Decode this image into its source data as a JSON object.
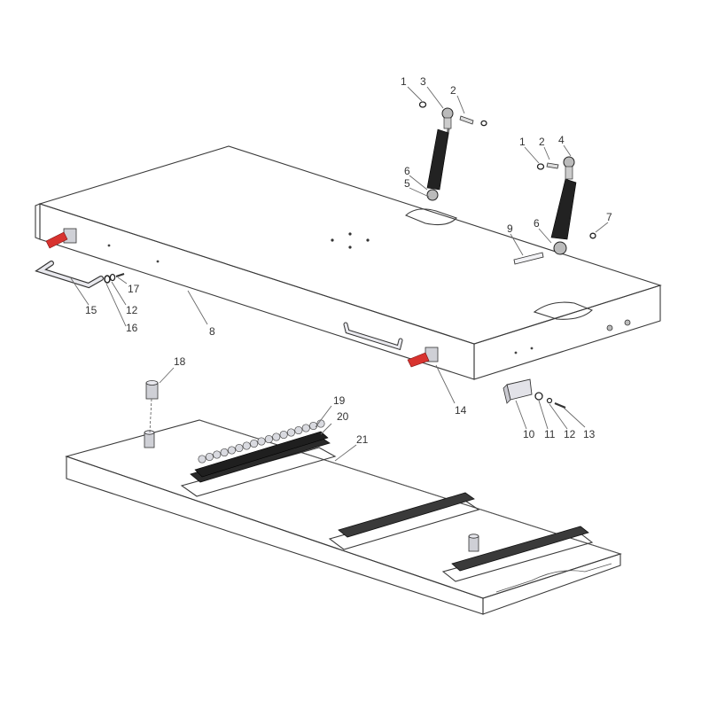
{
  "colors": {
    "panel_top": "#eceef7",
    "panel_side": "#f2f2f5",
    "panel_end": "#d9cfdc",
    "rail_dark": "#2a2a2a",
    "rail_light": "#dcdce3",
    "strut": "#222222",
    "latch_red": "#d8332f",
    "tray_top": "#eef0f7",
    "tray_side": "#e3e4ec"
  },
  "callouts": {
    "p1a": "1",
    "p3": "3",
    "p2a": "2",
    "p1b": "1",
    "p2b": "2",
    "p4": "4",
    "p6a": "6",
    "p5": "5",
    "p7": "7",
    "p9": "9",
    "p6b": "6",
    "p17": "17",
    "p12a": "12",
    "p16": "16",
    "p15": "15",
    "p8": "8",
    "p14": "14",
    "p18": "18",
    "p19": "19",
    "p20": "20",
    "p21": "21",
    "p10": "10",
    "p11": "11",
    "p12b": "12",
    "p13": "13"
  }
}
